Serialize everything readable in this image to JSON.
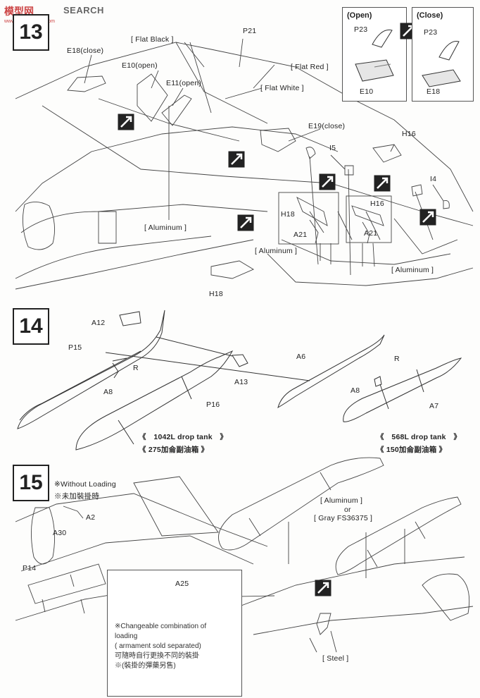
{
  "watermark": {
    "logo": "模型网",
    "brand": "SEARCH",
    "site": "www.hobbysearch.com"
  },
  "steps": {
    "s13": "13",
    "s14": "14",
    "s15": "15"
  },
  "step13": {
    "flat_black": "[ Flat Black ]",
    "p21": "P21",
    "flat_red": "[ Flat Red ]",
    "flat_white": "[ Flat White ]",
    "e18_close": "E18(close)",
    "e10_open": "E10(open)",
    "e11_open": "E11(open)",
    "e19_close": "E19(close)",
    "aluminum_center": "[ Aluminum ]",
    "i5": "I5",
    "h16_top": "H16",
    "i4": "I4",
    "h18_box": "H18",
    "a21_left": "A21",
    "aluminum_left": "[ Aluminum ]",
    "h16_box": "H16",
    "a21_right": "A21",
    "aluminum_right": "[ Aluminum ]",
    "h18_bottom": "H18",
    "inset_open": {
      "caption": "(Open)",
      "p23": "P23",
      "e10": "E10"
    },
    "inset_close": {
      "caption": "(Close)",
      "p23": "P23",
      "e18": "E18"
    }
  },
  "step14": {
    "a12": "A12",
    "p15": "P15",
    "r_left": "R",
    "a8_left": "A8",
    "a13": "A13",
    "p16": "P16",
    "a6": "A6",
    "r_right": "R",
    "a8_right": "A8",
    "a7": "A7",
    "tank_large_en": "《　1042L drop tank　》",
    "tank_large_zh": "《 275加侖副油箱 》",
    "tank_small_en": "《　568L drop tank　》",
    "tank_small_zh": "《 150加侖副油箱 》"
  },
  "step15": {
    "without_loading_en": "※Without Loading",
    "without_loading_zh": "※未加裝掛時",
    "a2": "A2",
    "a30": "A30",
    "p14": "P14",
    "a25": "A25",
    "aluminum": "[ Aluminum ]",
    "or": "or",
    "gray": "[ Gray FS36375 ]",
    "steel": "[ Steel ]",
    "note": {
      "line1": "※Changeable combination of",
      "line2": "loading",
      "line3": "( armament sold separated)",
      "line4": "可隨時自行更換不同的裝掛",
      "line5": "※(裝掛的彈藥另售)"
    }
  }
}
